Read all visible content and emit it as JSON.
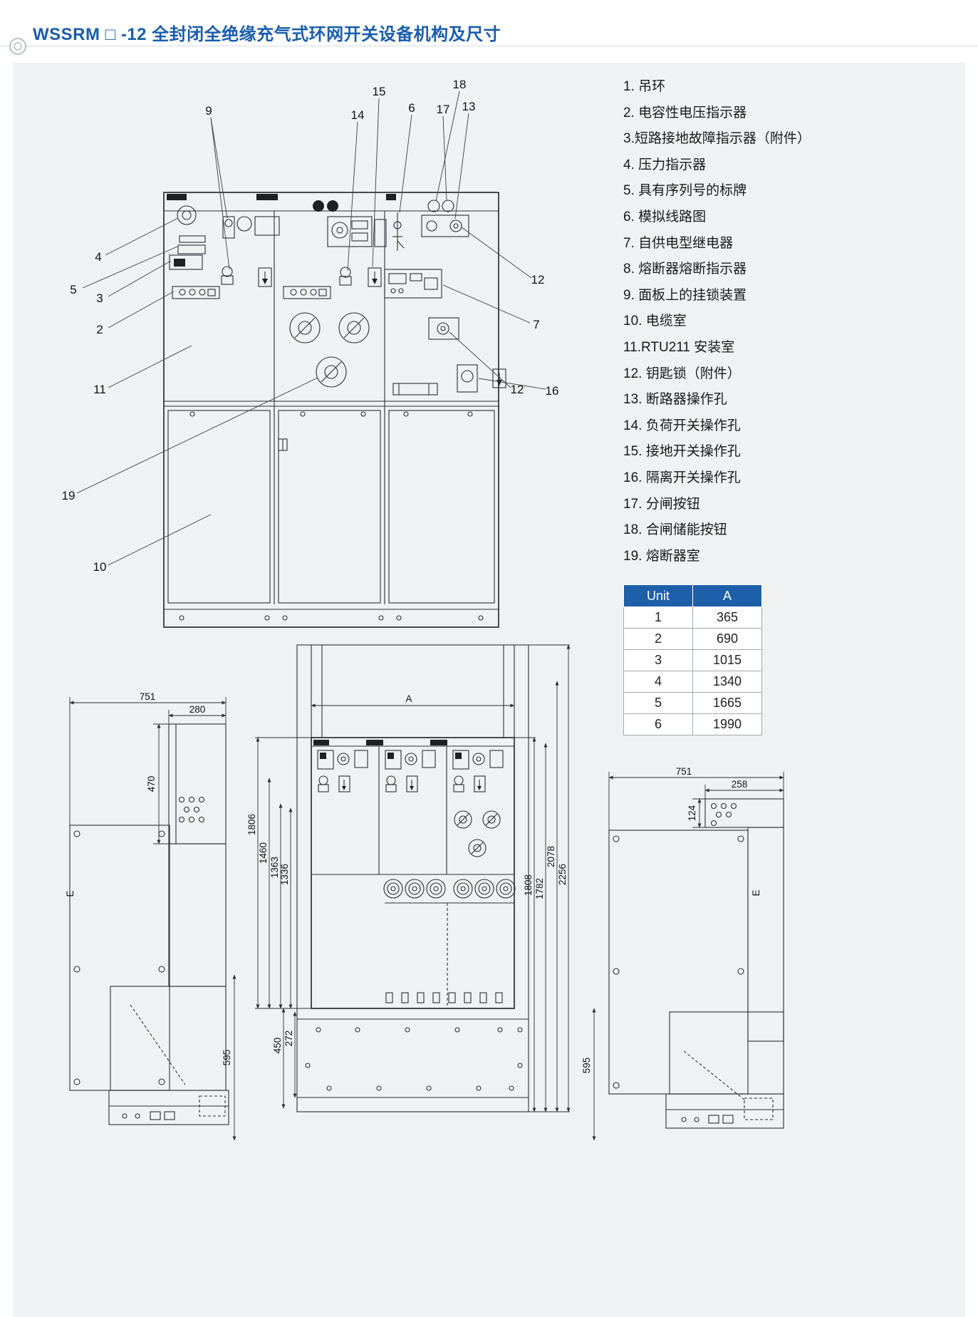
{
  "page": {
    "title": "WSSRM □ -12 全封闭全绝缘充气式环网开关设备机构及尺寸"
  },
  "colors": {
    "accent_blue": "#1a5dab",
    "table_header_bg": "#1d5fa9",
    "panel_bg": "#eff1f3",
    "line": "#2b2f33"
  },
  "legend": {
    "items": [
      "1. 吊环",
      "2. 电容性电压指示器",
      "3.短路接地故障指示器（附件）",
      "4. 压力指示器",
      "5. 具有序列号的标牌",
      "6. 模拟线路图",
      "7. 自供电型继电器",
      "8. 熔断器熔断指示器",
      "9. 面板上的挂锁装置",
      "10. 电缆室",
      "11.RTU211 安装室",
      "12. 钥匙锁（附件）",
      "13. 断路器操作孔",
      "14. 负荷开关操作孔",
      "15. 接地开关操作孔",
      "16. 隔离开关操作孔",
      "17. 分闸按钮",
      "18. 合闸储能按钮",
      "19. 熔断器室"
    ]
  },
  "table": {
    "headers": [
      "Unit",
      "A"
    ],
    "rows": [
      [
        "1",
        "365"
      ],
      [
        "2",
        "690"
      ],
      [
        "3",
        "1015"
      ],
      [
        "4",
        "1340"
      ],
      [
        "5",
        "1665"
      ],
      [
        "6",
        "1990"
      ]
    ]
  },
  "front_view": {
    "callouts": {
      "c9": "9",
      "c15": "15",
      "c14": "14",
      "c6": "6",
      "c18": "18",
      "c17": "17",
      "c13": "13",
      "c4": "4",
      "c5": "5",
      "c3": "3",
      "c2": "2",
      "c11": "11",
      "c19": "19",
      "c10": "10",
      "c12a": "12",
      "c7": "7",
      "c12b": "12",
      "c16": "16"
    }
  },
  "left_view": {
    "dims": {
      "width": "751",
      "rear_width": "280",
      "rear_height": "470",
      "lower_height": "595",
      "label": "E"
    }
  },
  "center_view": {
    "dims": {
      "width": "A",
      "h_1806": "1806",
      "h_1460": "1460",
      "h_1363": "1363",
      "h_1336": "1336",
      "base_450": "450",
      "base_272": "272",
      "h_1808": "1808",
      "h_1782": "1782",
      "h_2078": "2078",
      "h_2256": "2256"
    }
  },
  "right_view": {
    "dims": {
      "width": "751",
      "rear_width": "258",
      "rear_height": "124",
      "lower_height": "595",
      "label": "E"
    }
  }
}
